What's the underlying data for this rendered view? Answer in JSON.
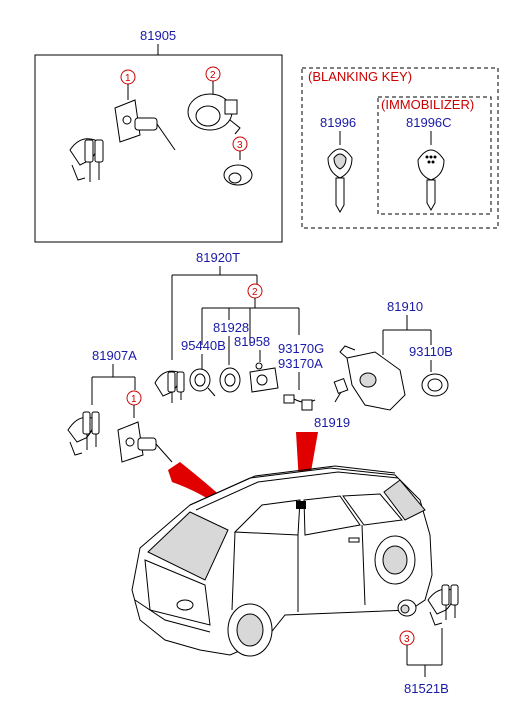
{
  "labels": {
    "assy_top": "81905",
    "blanking_group": "(BLANKING KEY)",
    "blank_key": "81996",
    "immobilizer_group": "(IMMOBILIZER)",
    "immo_key": "81996C",
    "lock_set": "81920T",
    "p81928": "81928",
    "p95440b": "95440B",
    "p81958": "81958",
    "p93170g": "93170G",
    "p93170a": "93170A",
    "p81910": "81910",
    "p93110b": "93110B",
    "p81907a": "81907A",
    "p81919": "81919",
    "p81521b": "81521B"
  },
  "callouts": {
    "c1": "1",
    "c2": "2",
    "c3": "3"
  },
  "colors": {
    "part_number": "#1a1aa8",
    "callout": "#cc0000",
    "arrow": "#e00000"
  }
}
